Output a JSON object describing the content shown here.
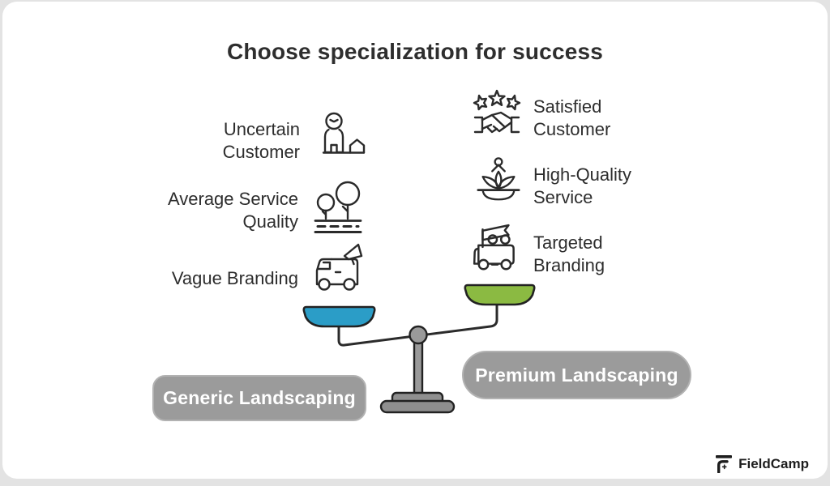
{
  "title": "Choose specialization for success",
  "colors": {
    "background": "#e3e3e3",
    "card": "#ffffff",
    "text_dark": "#2d2d2d",
    "icon_stroke": "#2a2a2a",
    "pan_left_blue": "#2b9dc7",
    "pan_right_green": "#8bba42",
    "stand_gray": "#9a9a9a",
    "base_gray": "#8f8f8f",
    "outline_dark": "#222222",
    "pill_gray": "#9b9b9b",
    "pill_text": "#ffffff"
  },
  "left_side": {
    "label": "Generic Landscaping",
    "items": [
      {
        "text": "Uncertain Customer",
        "icon": "uncertain-customer-icon"
      },
      {
        "text": "Average Service Quality",
        "icon": "average-trees-icon"
      },
      {
        "text": "Vague Branding",
        "icon": "truck-megaphone-icon"
      }
    ]
  },
  "right_side": {
    "label": "Premium Landscaping",
    "items": [
      {
        "text": "Satisfied Customer",
        "icon": "stars-handshake-icon"
      },
      {
        "text": "High-Quality Service",
        "icon": "plant-person-icon"
      },
      {
        "text": "Targeted Branding",
        "icon": "truck-flag-icon"
      }
    ]
  },
  "brand": {
    "name": "FieldCamp"
  }
}
